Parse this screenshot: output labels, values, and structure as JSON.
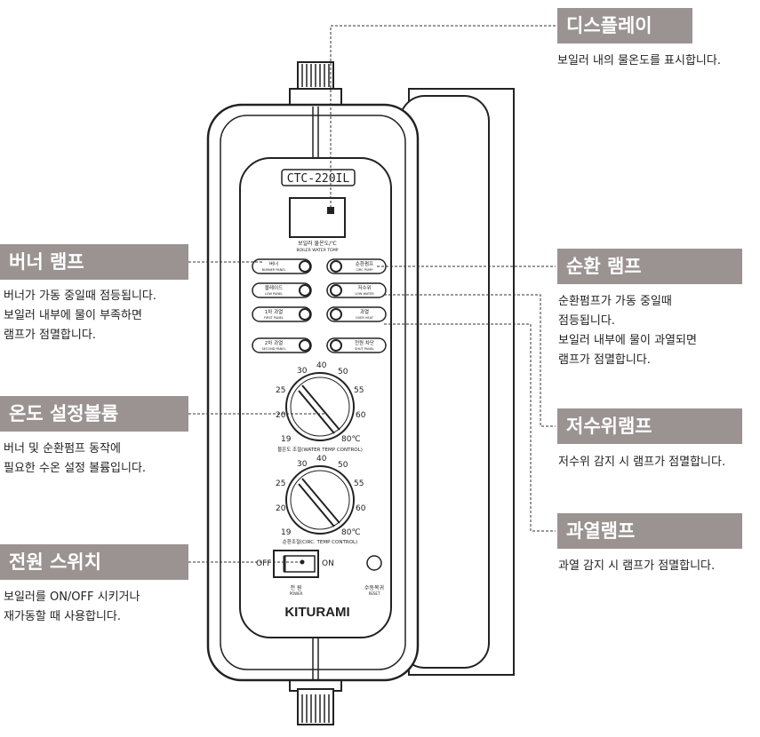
{
  "device": {
    "model": "CTC-220IL",
    "display_caption": "보일러 물온도/℃",
    "display_caption_en": "BOILER WATER TEMP",
    "brand": "KITURAMI",
    "lamps_left": [
      {
        "ko": "버너",
        "en": "BURNER PANEL"
      },
      {
        "ko": "블레이드",
        "en": "LOW PANEL"
      },
      {
        "ko": "1차 과열",
        "en": "FIRST PANEL"
      },
      {
        "ko": "2차 과열",
        "en": "SECOND PANEL"
      }
    ],
    "lamps_right": [
      {
        "ko": "순환펌프",
        "en": "CIRC PUMP"
      },
      {
        "ko": "저수위",
        "en": "LOW WATER"
      },
      {
        "ko": "과열",
        "en": "OVER HEAT"
      },
      {
        "ko": "전원 차단",
        "en": "SHUT PANEL"
      }
    ],
    "dial1": {
      "ticks": [
        "30",
        "40",
        "50",
        "25",
        "55",
        "20",
        "60",
        "19",
        "80℃"
      ],
      "caption": "물온도 조절(WATER TEMP CONTROL)"
    },
    "dial2": {
      "ticks": [
        "30",
        "40",
        "50",
        "25",
        "55",
        "20",
        "60",
        "19",
        "80℃"
      ],
      "caption": "순환조절(CIRC. TEMP CONTROL)"
    },
    "switch": {
      "off": "OFF",
      "on": "ON",
      "caption": "전 원",
      "caption_en": "POWER"
    },
    "reset": {
      "caption": "수동복귀",
      "caption_en": "RESET"
    }
  },
  "callouts": {
    "display": {
      "title": "디스플레이",
      "lines": [
        "보일러 내의 물온도를 표시합니다."
      ]
    },
    "burner": {
      "title": "버너 램프",
      "lines": [
        "버너가 가동 중일때 점등됩니다.",
        "보일러 내부에 물이 부족하면",
        "램프가 점멸합니다."
      ]
    },
    "temp": {
      "title": "온도 설정볼륨",
      "lines": [
        "버너 및 순환펌프 동작에",
        "필요한 수온 설정 볼륨입니다."
      ]
    },
    "power": {
      "title": "전원 스위치",
      "lines": [
        "보일러를 ON/OFF 시키거나",
        "재가동할 때 사용합니다."
      ]
    },
    "circ": {
      "title": "순환 램프",
      "lines": [
        "순환펌프가 가동 중일때",
        "점등됩니다.",
        "보일러 내부에 물이 과열되면",
        "램프가 점멸합니다."
      ]
    },
    "lowwater": {
      "title": "저수위램프",
      "lines": [
        "저수위 감지 시 램프가 점멸합니다."
      ]
    },
    "overheat": {
      "title": "과열램프",
      "lines": [
        "과열 감지 시 램프가 점멸합니다."
      ]
    }
  }
}
